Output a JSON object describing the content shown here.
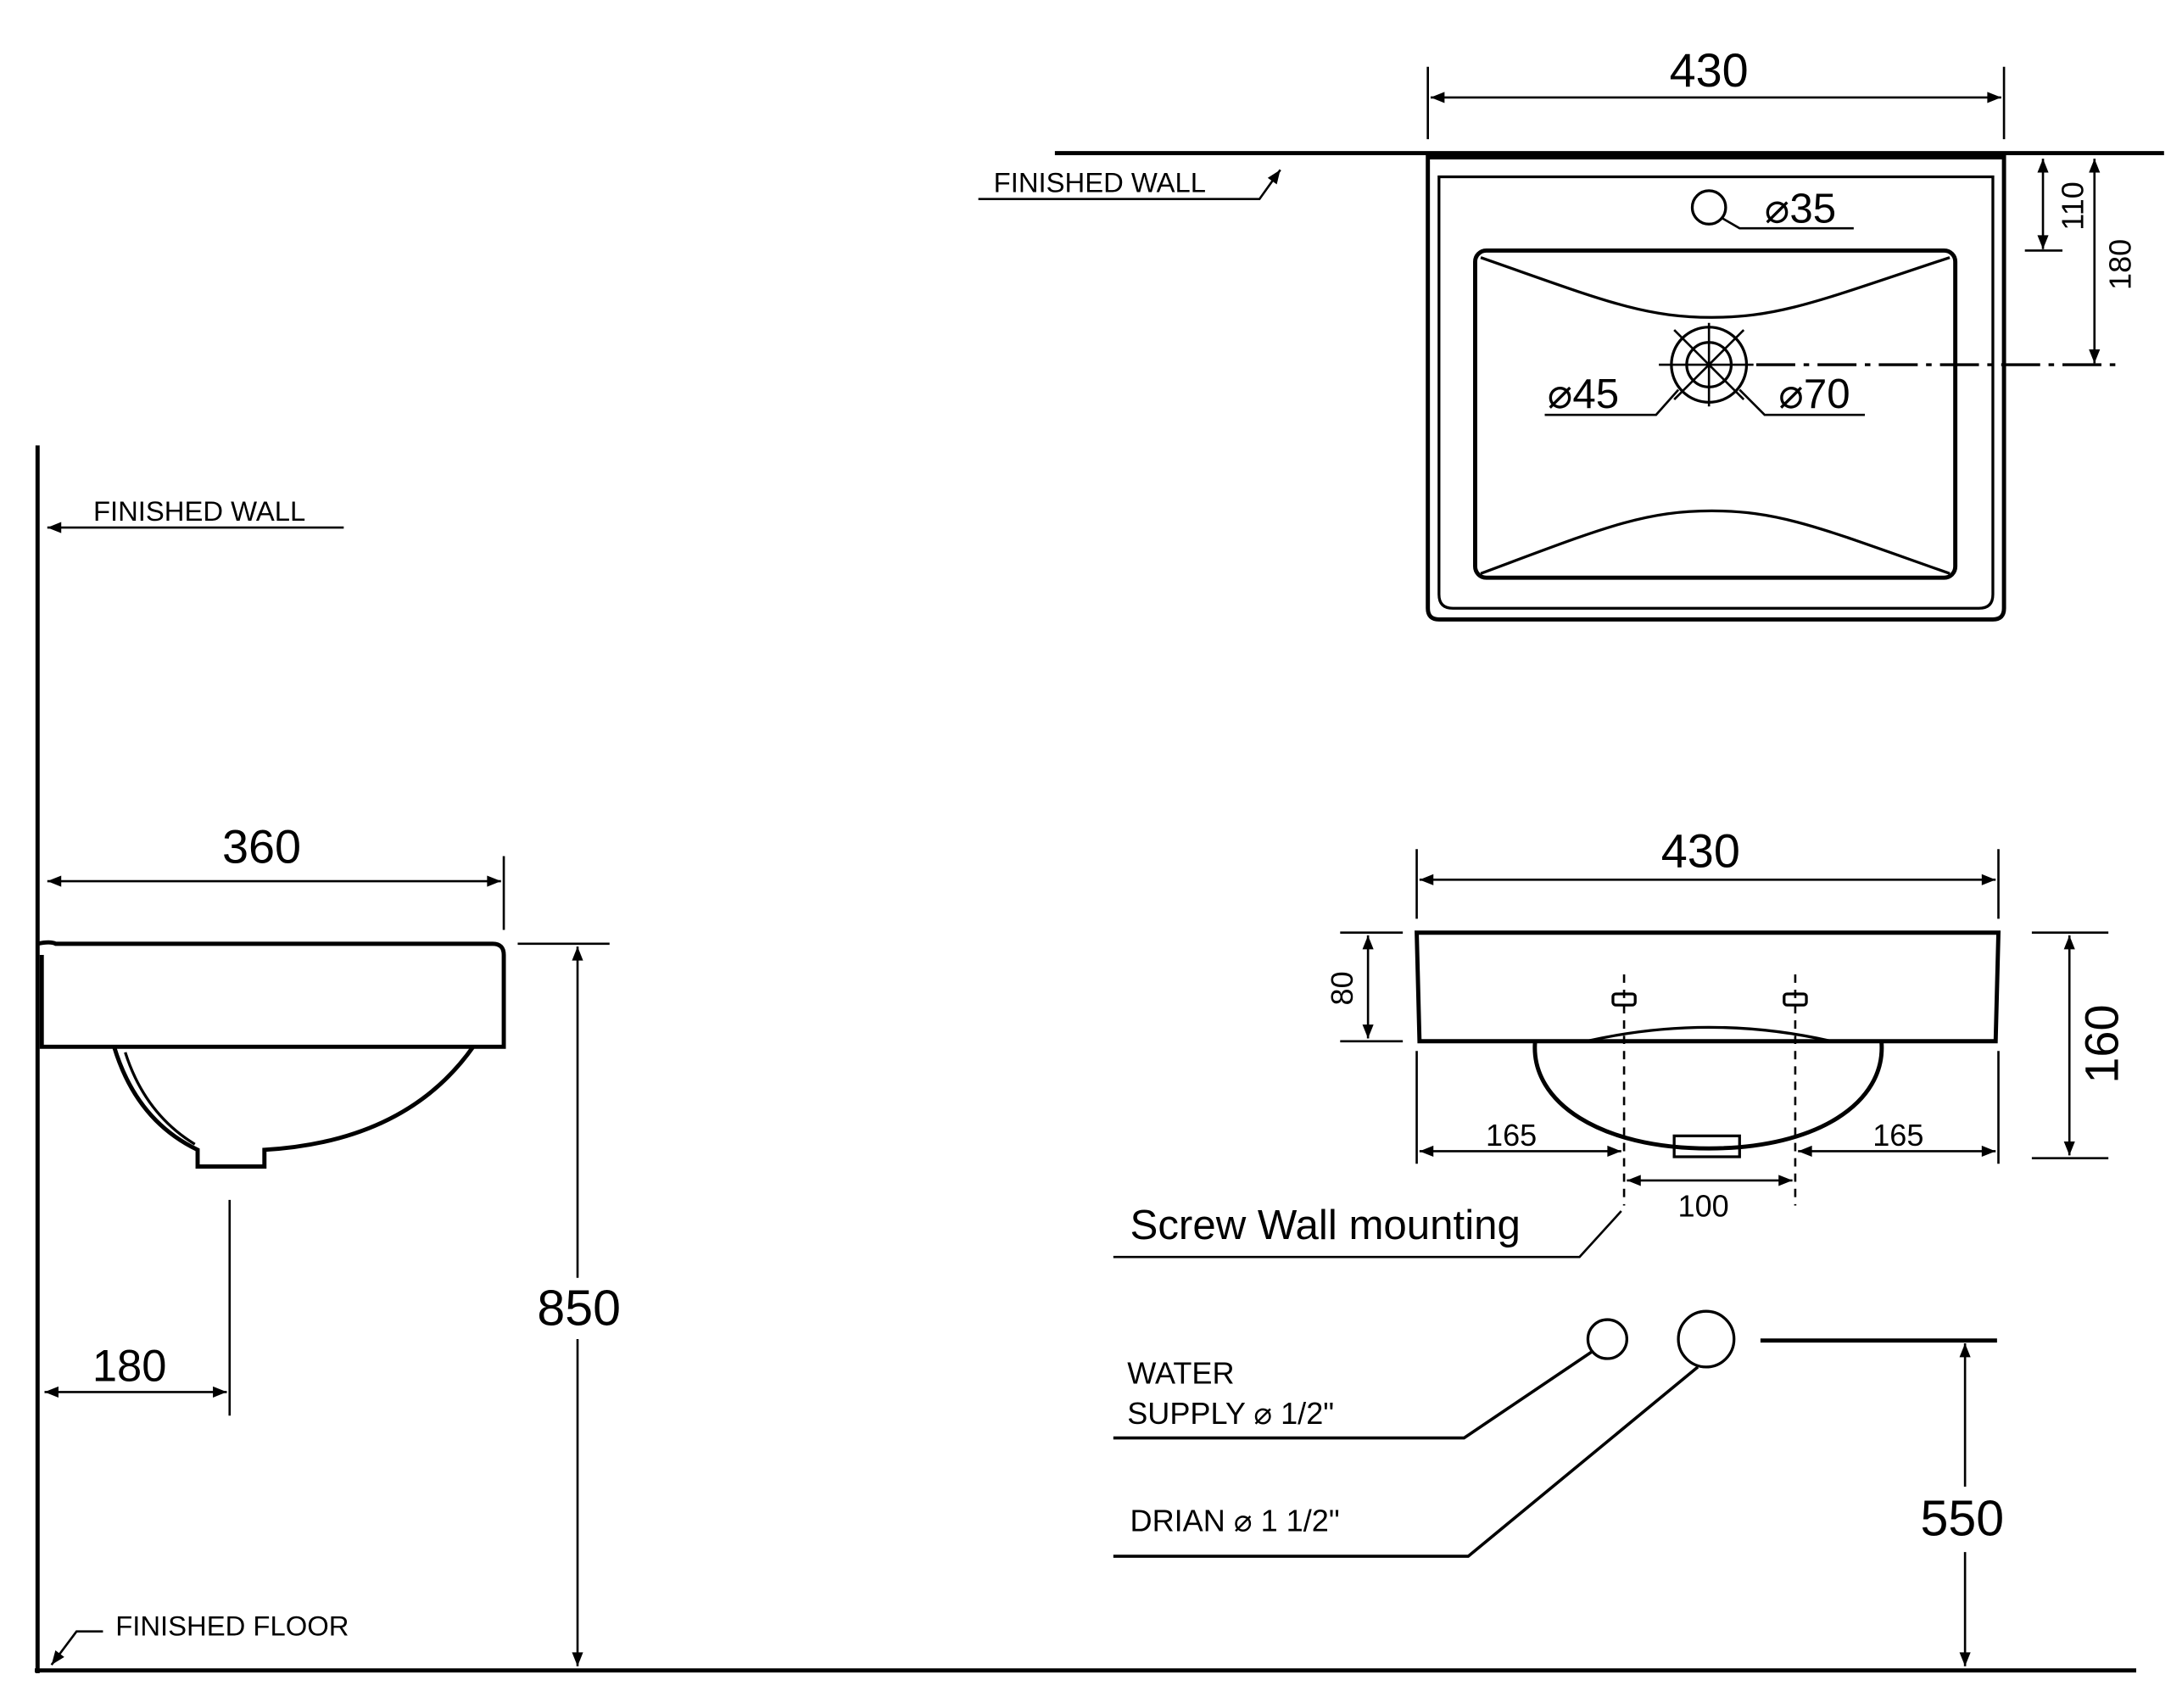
{
  "top_view": {
    "width_dim": "430",
    "wall_label": "FINISHED WALL",
    "overflow_dia": "⌀35",
    "drain_inner_dia": "⌀45",
    "drain_outer_dia": "⌀70",
    "overflow_offset_dim": "110",
    "drain_offset_dim": "180"
  },
  "side_view": {
    "wall_label": "FINISHED WALL",
    "depth_dim": "360",
    "drain_offset_dim": "180",
    "height_dim": "850",
    "floor_label": "FINISHED FLOOR"
  },
  "front_view": {
    "width_dim": "430",
    "rim_height_dim": "80",
    "total_height_dim": "160",
    "left_offset_dim": "165",
    "right_offset_dim": "165",
    "screw_spacing_dim": "100",
    "screw_label": "Screw Wall mounting"
  },
  "pipes": {
    "water_label_line1": "WATER",
    "water_label_line2": "SUPPLY ⌀ 1/2\"",
    "drain_label": "DRIAN ⌀ 1 1/2\"",
    "pipe_height_dim": "550"
  }
}
